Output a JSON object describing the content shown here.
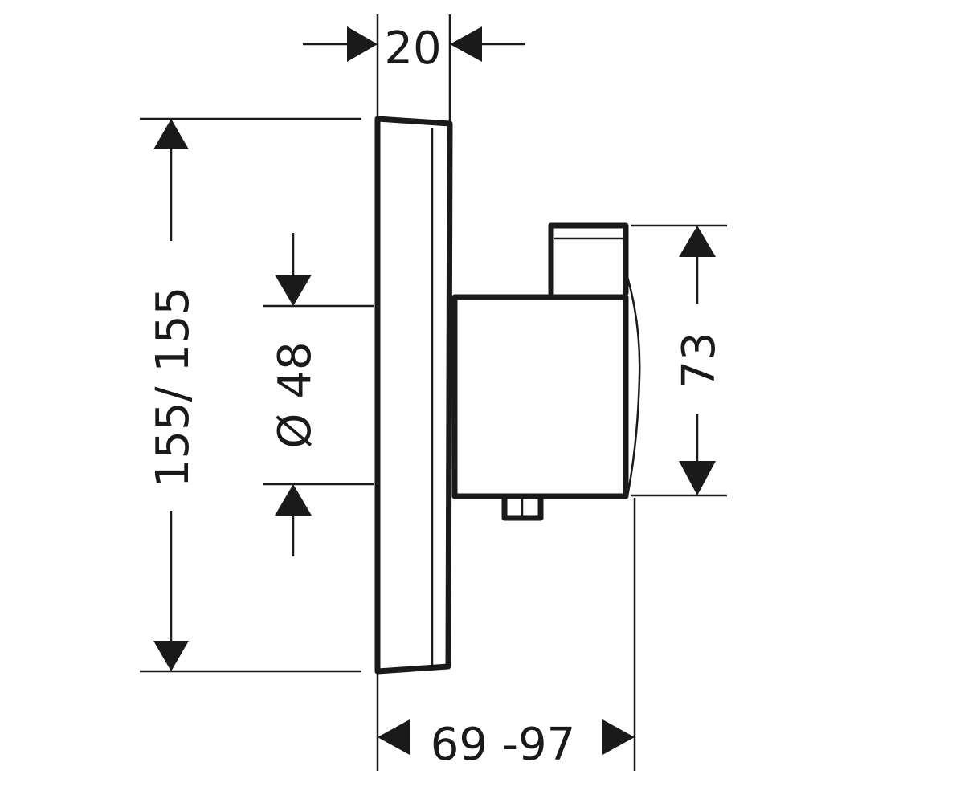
{
  "dimensions": {
    "width_label": "20",
    "height_label": "155/ 155",
    "diameter_label": "Ø 48",
    "body_height_label": "73",
    "depth_label": "69 -97"
  },
  "colors": {
    "line": "#1a1a1a",
    "background": "#ffffff"
  }
}
